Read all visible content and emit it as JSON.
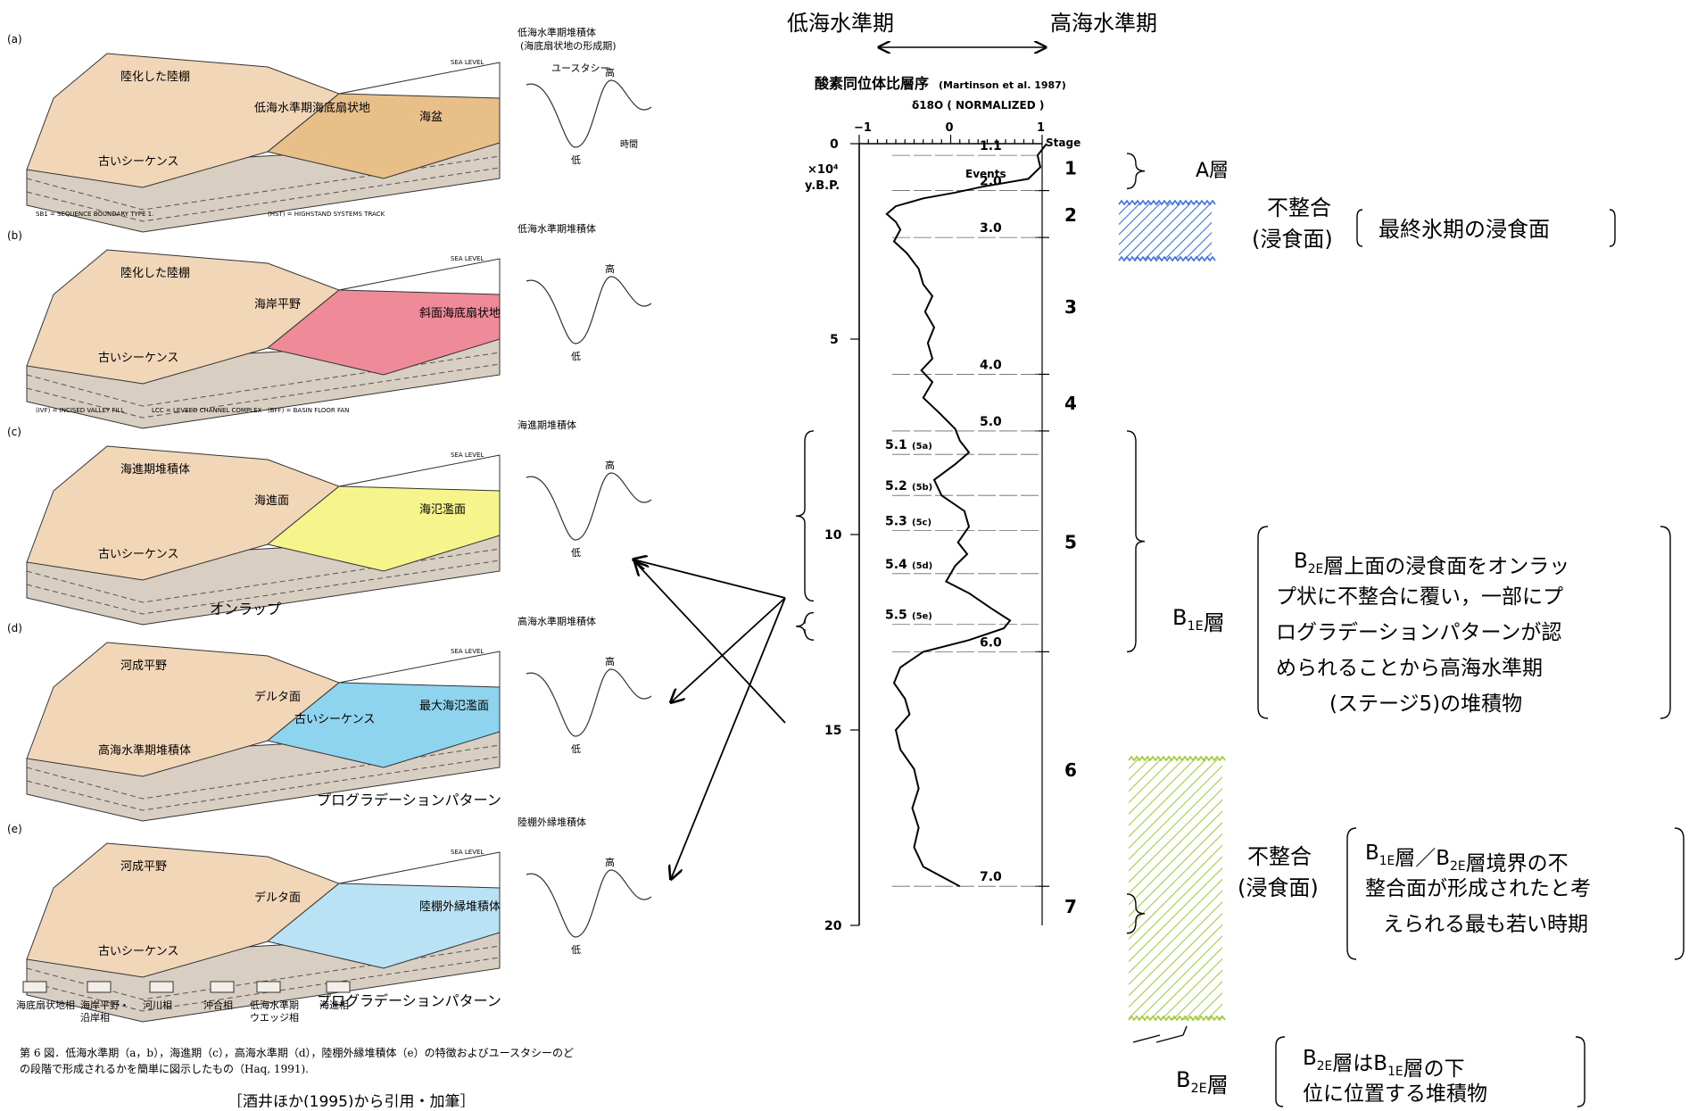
{
  "left_panel": {
    "panels": [
      {
        "label": "(a)",
        "inset_title": "低海水準期堆積体",
        "inset_subtitle": "(海底扇状地の形成期)",
        "eustasy_title": "ユースタシー",
        "high": "高",
        "low": "低",
        "time": "時間",
        "labels": [
          "陸化した陸棚",
          "低海水準期海底扇状地",
          "海盆",
          "古いシーケンス",
          "SEA LEVEL"
        ],
        "caption_left": "SB1 = SEQUENCE BOUNDARY TYPE 1.",
        "caption_right": "(HST) = HIGHSTAND SYSTEMS TRACK",
        "fill": "#e8bf88"
      },
      {
        "label": "(b)",
        "inset_title": "低海水準期堆積体",
        "high": "高",
        "low": "低",
        "labels": [
          "陸化した陸棚",
          "海岸平野",
          "斜面海底扇状地",
          "古いシーケンス",
          "SEA LEVEL"
        ],
        "caption_left": "(IVF) = INCISED VALLEY FILL",
        "caption_mid": "LCC = LEVEED CHANNEL COMPLEX",
        "caption_right": "(BFF) = BASIN FLOOR FAN",
        "fill": "#ef8a98"
      },
      {
        "label": "(c)",
        "inset_title": "海進期堆積体",
        "high": "高",
        "low": "低",
        "labels": [
          "海進期堆積体",
          "海進面",
          "海氾濫面",
          "古いシーケンス",
          "SEA LEVEL"
        ],
        "annotation": "オンラップ",
        "fill": "#f6f58c"
      },
      {
        "label": "(d)",
        "inset_title": "高海水準期堆積体",
        "high": "高",
        "low": "低",
        "labels": [
          "河成平野",
          "デルタ面",
          "最大海氾濫面",
          "高海水準期堆積体",
          "古いシーケンス",
          "SEA LEVEL"
        ],
        "annotation": "プログラデーションパターン",
        "fill": "#8fd4ee"
      },
      {
        "label": "(e)",
        "inset_title": "陸棚外縁堆積体",
        "high": "高",
        "low": "低",
        "labels": [
          "河成平野",
          "デルタ面",
          "陸棚外縁堆積体",
          "古いシーケンス",
          "SEA LEVEL"
        ],
        "annotation": "プログラデーションパターン",
        "fill": "#b9e3f4"
      }
    ],
    "legend": [
      "海底扇状地相",
      "海岸平野・\n沿岸相",
      "河川相",
      "沖合相",
      "低海水準期\nウエッジ相",
      "海進相"
    ],
    "figure_caption_line1": "第 6 図．低海水準期（a，b），海進期（c），高海水準期（d），陸棚外縁堆積体（e）の特徴およびユースタシーのど",
    "figure_caption_line2": "の段階で形成されるかを簡単に図示したもの（Haq, 1991).",
    "source": "［酒井ほか(1995)から引用・加筆］"
  },
  "header": {
    "low_sea_level": "低海水準期",
    "high_sea_level": "高海水準期"
  },
  "isotope_chart": {
    "title": "酸素同位体比層序",
    "title_ref": "(Martinson et al. 1987)",
    "axis_title": "δ18O ( NORMALIZED )",
    "x_ticks": [
      "−1",
      "0",
      "1"
    ],
    "y_unit_line1": "×10⁴",
    "y_unit_line2": "y.B.P.",
    "y_ticks": [
      "0",
      "5",
      "10",
      "15",
      "20"
    ],
    "stage_header": "Stage",
    "events_label": "Events",
    "events": [
      {
        "label": "1.1",
        "age": 0.3
      },
      {
        "label": "2.0",
        "age": 1.2
      },
      {
        "label": "3.0",
        "age": 2.4
      },
      {
        "label": "4.0",
        "age": 5.9
      },
      {
        "label": "5.0",
        "age": 7.35
      },
      {
        "label": "5.1",
        "sub": "(5a)",
        "age": 7.95
      },
      {
        "label": "5.2",
        "sub": "(5b)",
        "age": 9.0
      },
      {
        "label": "5.3",
        "sub": "(5c)",
        "age": 9.9
      },
      {
        "label": "5.4",
        "sub": "(5d)",
        "age": 11.0
      },
      {
        "label": "5.5",
        "sub": "(5e)",
        "age": 12.3
      },
      {
        "label": "6.0",
        "age": 13.0
      },
      {
        "label": "7.0",
        "age": 19.0
      }
    ],
    "stages": [
      "1",
      "2",
      "3",
      "4",
      "5",
      "6",
      "7"
    ]
  },
  "right_annotations": {
    "layer_a": "A層",
    "unconformity1_line1": "不整合",
    "unconformity1_line2": "(浸食面)",
    "unconformity1_note": "最終氷期の浸食面",
    "layer_b1e": "B1E層",
    "b1e_note": [
      "B2E層上面の浸食面をオンラッ",
      "プ状に不整合に覆い，一部にプ",
      "ログラデーションパターンが認",
      "められることから高海水準期",
      "(ステージ5)の堆積物"
    ],
    "unconformity2_line1": "不整合",
    "unconformity2_line2": "(浸食面)",
    "unconformity2_note": [
      "B1E層／B2E層境界の不",
      "整合面が形成されたと考",
      "えられる最も若い時期"
    ],
    "layer_b2e": "B2E層",
    "b2e_note": [
      "B2E層はB1E層の下",
      "位に位置する堆積物"
    ]
  },
  "colors": {
    "hatch_blue": "#3a6ff0",
    "hatch_green": "#9acd32"
  }
}
